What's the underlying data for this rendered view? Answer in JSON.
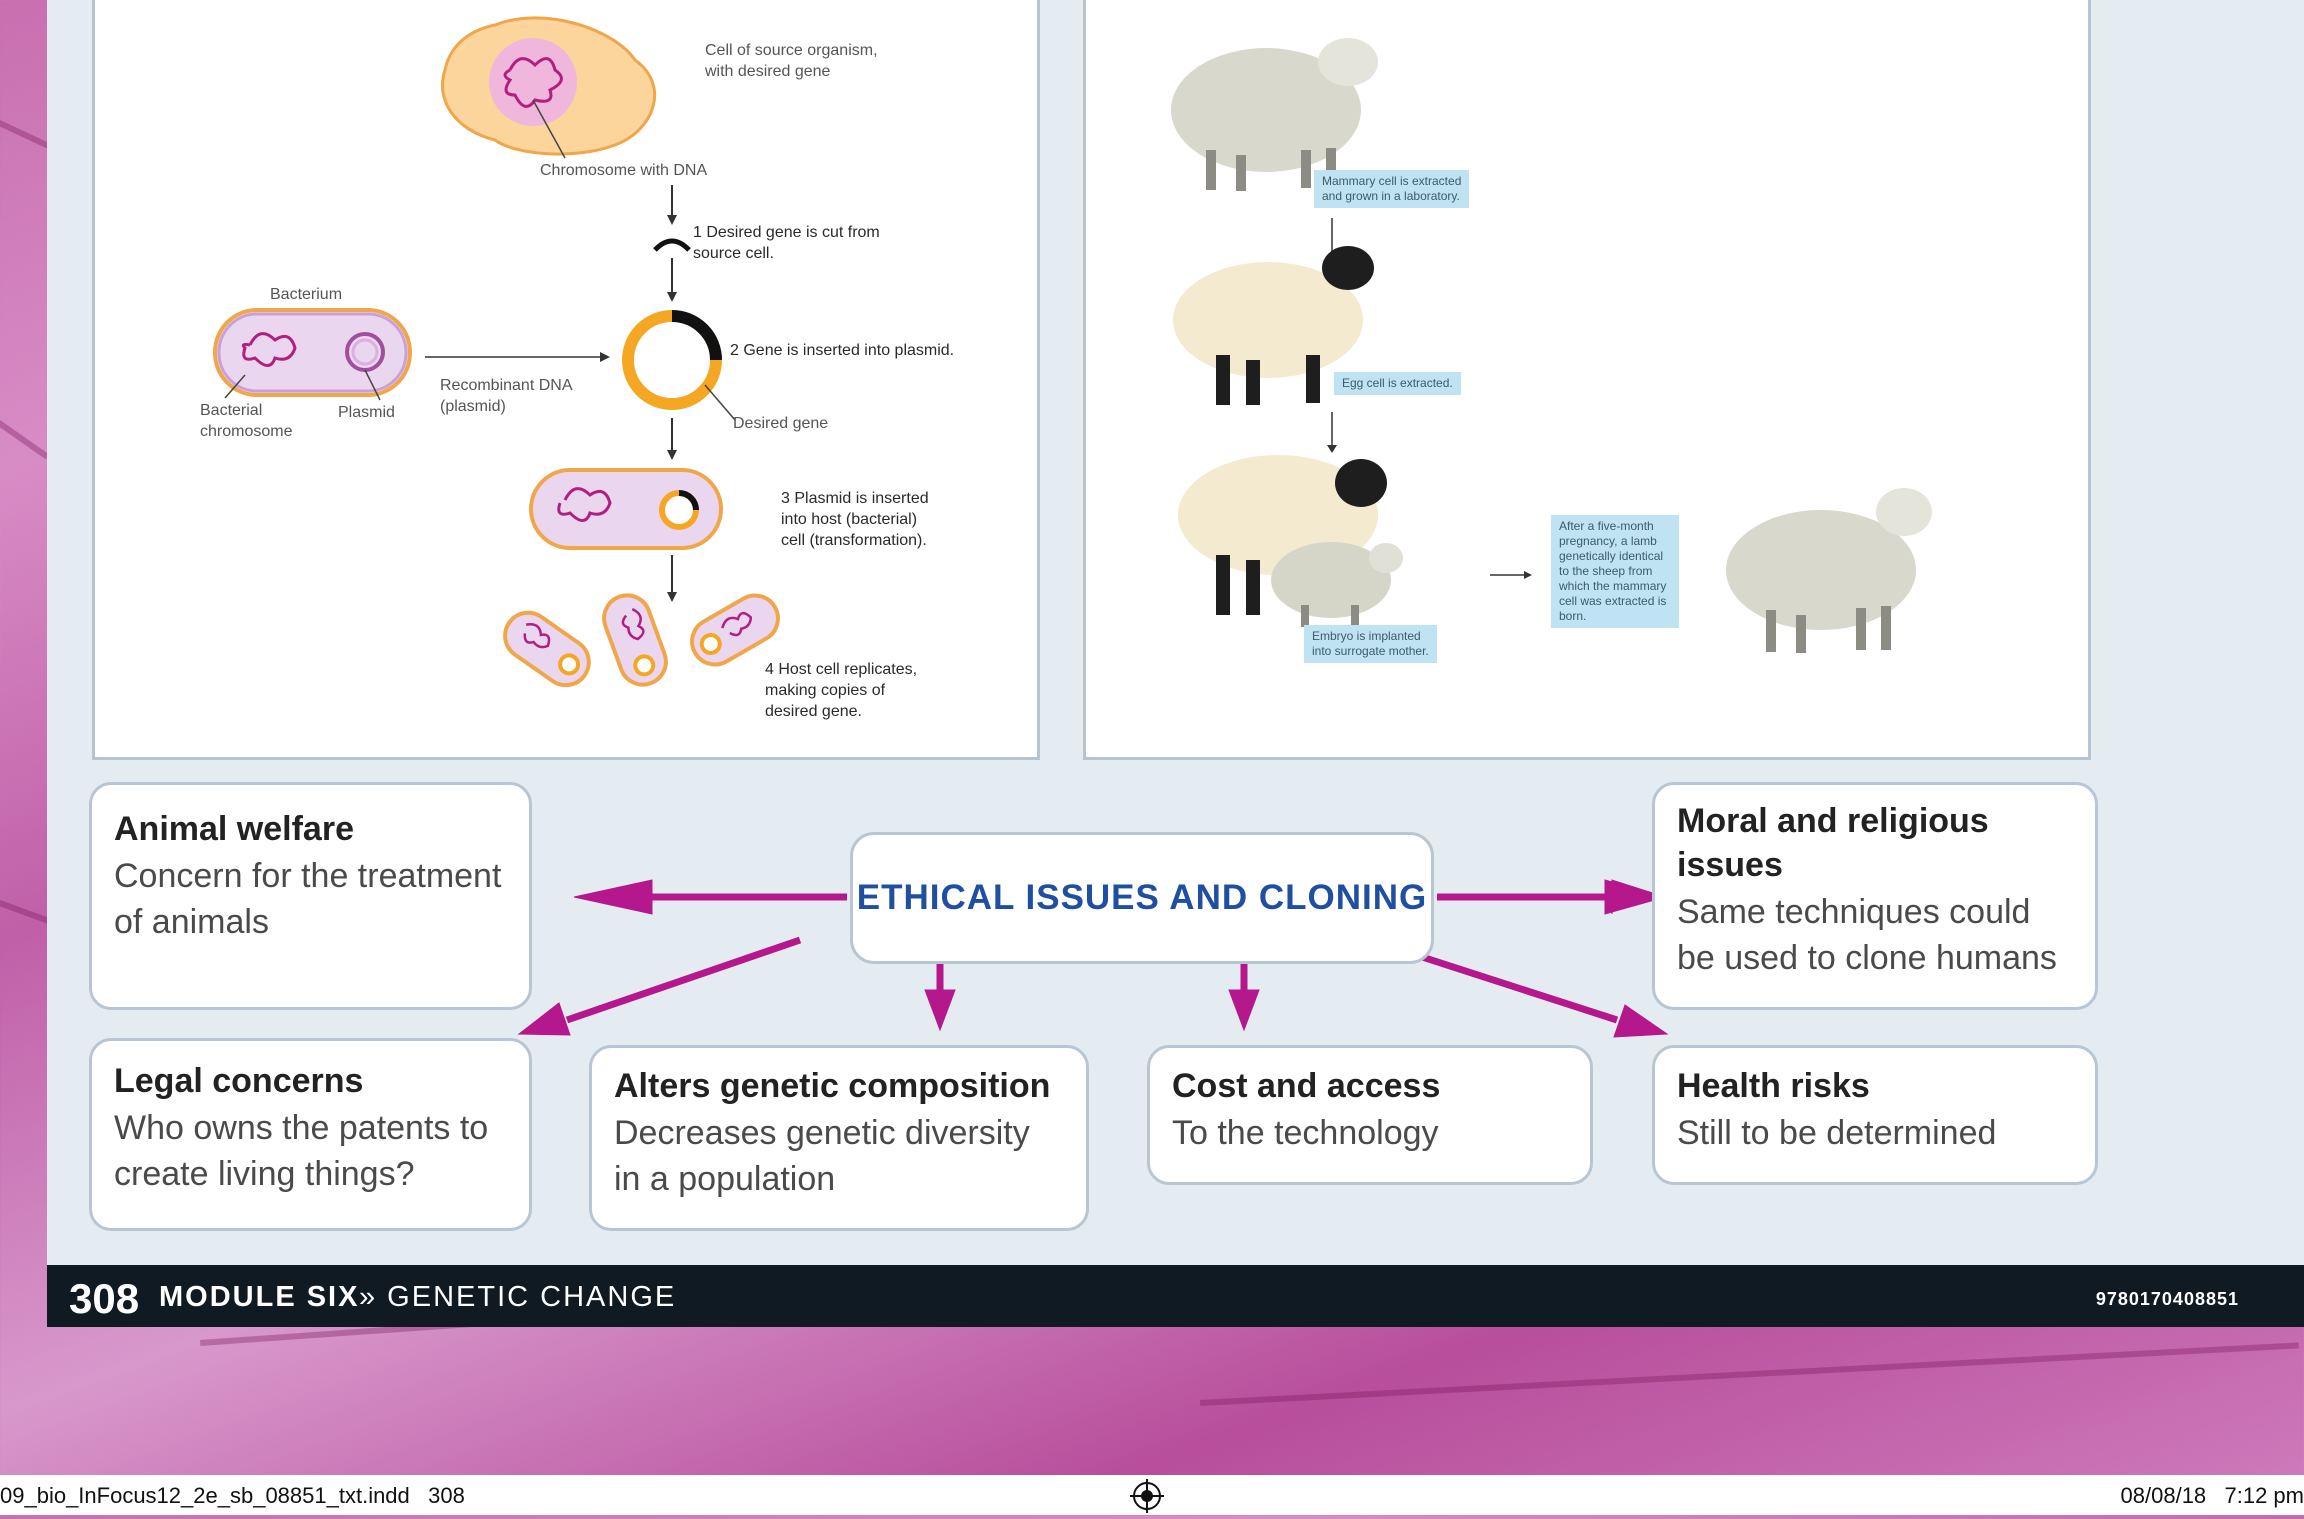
{
  "diagram_left": {
    "source_cell_label": "Cell of source organism,\nwith desired gene",
    "chromosome_label": "Chromosome with DNA",
    "step1": "1 Desired gene is cut from\nsource cell.",
    "bacterium_label": "Bacterium",
    "bacterial_chromosome_label": "Bacterial\nchromosome",
    "plasmid_label": "Plasmid",
    "recombinant_label": "Recombinant DNA\n(plasmid)",
    "step2": "2 Gene is inserted into plasmid.",
    "desired_gene_label": "Desired gene",
    "step3": "3 Plasmid is inserted\ninto host (bacterial)\ncell (transformation).",
    "step4": "4 Host cell replicates,\nmaking copies of\ndesired gene."
  },
  "diagram_right": {
    "caption1": "Mammary cell is extracted\nand grown in a laboratory.",
    "caption2": "Egg cell is extracted.",
    "caption3": "Embryo is implanted\ninto surrogate mother.",
    "caption4": "After a five-month\npregnancy, a lamb\ngenetically identical\nto the sheep from\nwhich the mammary\ncell was extracted is\nborn."
  },
  "ethics_map": {
    "center": "ETHICAL ISSUES AND CLONING",
    "animal_welfare": {
      "title": "Animal welfare",
      "text": "Concern for the treatment of animals"
    },
    "moral": {
      "title": " Moral and religious issues",
      "text": "Same techniques could be used to clone humans"
    },
    "legal": {
      "title": "Legal concerns",
      "text": "Who owns the patents to create living things?"
    },
    "genetic": {
      "title": "Alters genetic composition",
      "text": "Decreases genetic diversity\n in a population"
    },
    "cost": {
      "title": "Cost and access",
      "text": "To the technology"
    },
    "health": {
      "title": "Health risks",
      "text": "Still to be determined"
    },
    "arrow_color": "#b5178c",
    "title_color": "#1e4fa0"
  },
  "footer": {
    "page_number": "308",
    "module": "MODULE SIX",
    "chapter": "» GENETIC CHANGE",
    "isbn": "9780170408851"
  },
  "slug": {
    "left": "09_bio_InFocus12_2e_sb_08851_txt.indd   308",
    "right": "08/08/18   7:12 pm"
  }
}
